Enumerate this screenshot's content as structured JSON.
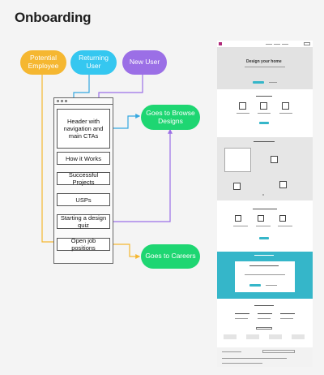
{
  "title": "Onboarding",
  "entries": {
    "potential": "Potential Employee",
    "returning": "Returning User",
    "new_user": "New User"
  },
  "flow": {
    "header": "Header with navigation and main CTAs",
    "how": "How it Works",
    "projects": "Successful Projects",
    "usps": "USPs",
    "quiz": "Starting a design quiz",
    "jobs": "Open job positions"
  },
  "destinations": {
    "browse": "Goes to Browse Designs",
    "careers": "Goes to Careers"
  },
  "colors": {
    "potential": "#f5b731",
    "returning": "#35c7f0",
    "new_user": "#9b6fe6",
    "destination": "#1ed672",
    "quiz_arrow": "#9b6fe6",
    "wire_accent": "#35b6c9"
  },
  "wireframe": {
    "hero_title": "Design your home"
  }
}
